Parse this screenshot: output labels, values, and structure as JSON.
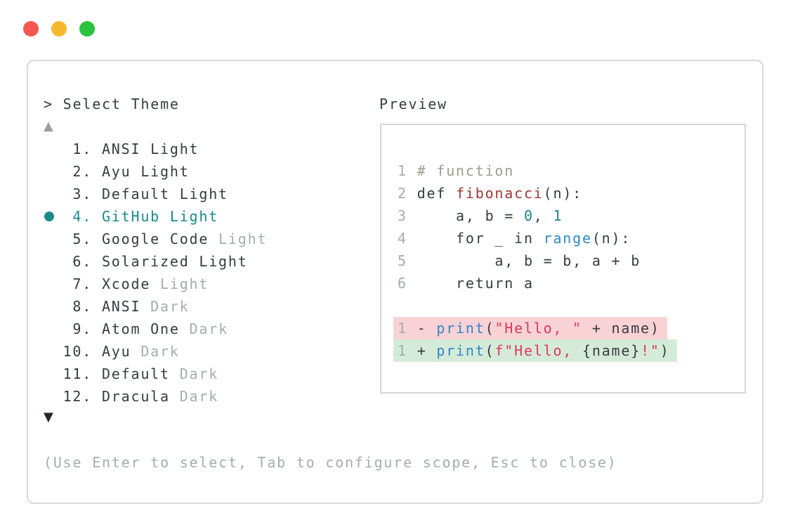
{
  "window": {
    "traffic_lights": [
      {
        "name": "close",
        "color": "#f35750"
      },
      {
        "name": "minimize",
        "color": "#f5b92f"
      },
      {
        "name": "zoom",
        "color": "#2cc23d"
      }
    ]
  },
  "panel": {
    "prompt": "> Select Theme",
    "preview_label": "Preview",
    "up_arrow": "▲",
    "down_arrow": "▼",
    "hint": "(Use Enter to select, Tab to configure scope, Esc to close)",
    "list": [
      {
        "number": "1",
        "main": "ANSI Light",
        "suffix": "",
        "selected": false
      },
      {
        "number": "2",
        "main": "Ayu Light",
        "suffix": "",
        "selected": false
      },
      {
        "number": "3",
        "main": "Default Light",
        "suffix": "",
        "selected": false
      },
      {
        "number": "4",
        "main": "GitHub Light",
        "suffix": "",
        "selected": true
      },
      {
        "number": "5",
        "main": "Google Code",
        "suffix": "Light",
        "selected": false
      },
      {
        "number": "6",
        "main": "Solarized Light",
        "suffix": "",
        "selected": false
      },
      {
        "number": "7",
        "main": "Xcode",
        "suffix": "Light",
        "selected": false
      },
      {
        "number": "8",
        "main": "ANSI",
        "suffix": "Dark",
        "selected": false
      },
      {
        "number": "9",
        "main": "Atom One",
        "suffix": "Dark",
        "selected": false
      },
      {
        "number": "10",
        "main": "Ayu",
        "suffix": "Dark",
        "selected": false
      },
      {
        "number": "11",
        "main": "Default",
        "suffix": "Dark",
        "selected": false
      },
      {
        "number": "12",
        "main": "Dracula",
        "suffix": "Dark",
        "selected": false
      }
    ]
  },
  "preview": {
    "lines": [
      {
        "type": "code",
        "segments": [
          [
            "1 ",
            "lineno"
          ],
          [
            "# function",
            "comment"
          ]
        ]
      },
      {
        "type": "code",
        "segments": [
          [
            "2 ",
            "lineno"
          ],
          [
            "def ",
            "code"
          ],
          [
            "fibonacci",
            "funcname"
          ],
          [
            "(n):",
            "code"
          ]
        ]
      },
      {
        "type": "code",
        "segments": [
          [
            "3 ",
            "lineno"
          ],
          [
            "    a, b = ",
            "code"
          ],
          [
            "0",
            "num"
          ],
          [
            ", ",
            "code"
          ],
          [
            "1",
            "num"
          ]
        ]
      },
      {
        "type": "code",
        "segments": [
          [
            "4 ",
            "lineno"
          ],
          [
            "    for _ in ",
            "code"
          ],
          [
            "range",
            "call"
          ],
          [
            "(n):",
            "code"
          ]
        ]
      },
      {
        "type": "code",
        "segments": [
          [
            "5 ",
            "lineno"
          ],
          [
            "        a, b = b, a + b",
            "code"
          ]
        ]
      },
      {
        "type": "code",
        "segments": [
          [
            "6 ",
            "lineno"
          ],
          [
            "    return a",
            "code"
          ]
        ]
      },
      {
        "type": "blank",
        "segments": []
      },
      {
        "type": "del",
        "segments": [
          [
            "1 ",
            "lineno"
          ],
          [
            "- ",
            "code"
          ],
          [
            "print",
            "call"
          ],
          [
            "(",
            "code"
          ],
          [
            "\"Hello, \"",
            "string"
          ],
          [
            " + name)",
            "code"
          ]
        ]
      },
      {
        "type": "add",
        "segments": [
          [
            "1 ",
            "lineno"
          ],
          [
            "+ ",
            "code"
          ],
          [
            "print",
            "call"
          ],
          [
            "(",
            "code"
          ],
          [
            "f\"Hello, ",
            "string"
          ],
          [
            "{name}",
            "code"
          ],
          [
            "!\"",
            "string"
          ],
          [
            ")",
            "code"
          ]
        ]
      }
    ]
  },
  "colors": {
    "accent_teal": "#1b8a8c",
    "text_dark": "#373c41",
    "text_gray": "#a7acb0",
    "comment_olive": "#9aa08e",
    "keyword_red": "#a23737",
    "string_crimson": "#dd3a5b",
    "call_blue": "#3087c8",
    "number_teal": "#17858d",
    "diff_del_bg": "#f8d2d5",
    "diff_add_bg": "#d5ebd9",
    "panel_border": "#d9d9d9",
    "traffic_red": "#f35750",
    "traffic_yellow": "#f5b92f",
    "traffic_green": "#2cc23d"
  }
}
